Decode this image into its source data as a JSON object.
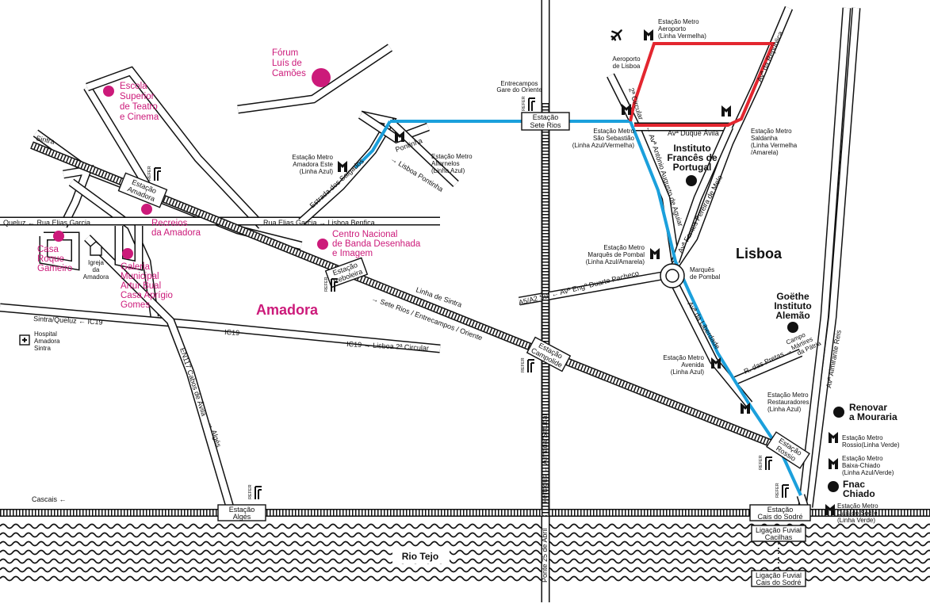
{
  "colors": {
    "poi_pink": "#cc1a7a",
    "metro_blue": "#1ba0dc",
    "metro_red": "#e3262f",
    "ink": "#111111"
  },
  "areas": {
    "amadora": "Amadora",
    "lisboa": "Lisboa"
  },
  "river": "Rio Tejo",
  "poi_pink": [
    {
      "lines": [
        "Escola",
        "Superior",
        "de Teatro",
        "e Cinema"
      ]
    },
    {
      "lines": [
        "Fórum",
        "Luís de",
        "Camões"
      ]
    },
    {
      "lines": [
        "Recreios",
        "da Amadora"
      ]
    },
    {
      "lines": [
        "Centro Nacional",
        "de Banda Desenhada",
        "e Imagem"
      ]
    },
    {
      "lines": [
        "Casa",
        "Roque",
        "Gameiro"
      ]
    },
    {
      "lines": [
        "Galeria",
        "Municipal",
        "Artur Bual",
        "Casa Aprígio",
        "Gomes"
      ]
    }
  ],
  "poi_black": [
    {
      "lines": [
        "Instituto",
        "Francês de",
        "Portugal"
      ]
    },
    {
      "lines": [
        "Goëthe",
        "Instituto",
        "Alemão"
      ]
    },
    {
      "lines": [
        "Renovar",
        "a Mouraria"
      ]
    },
    {
      "lines": [
        "Fnac",
        "Chiado"
      ]
    }
  ],
  "stations": {
    "amadora": [
      "Estação",
      "Amadora"
    ],
    "reboleira": [
      "Estação",
      "Reboleira"
    ],
    "campolide": [
      "Estação",
      "Campolide"
    ],
    "sete_rios": [
      "Estação",
      "Sete Rios"
    ],
    "rossio": [
      "Estação",
      "Rossio"
    ],
    "alges": [
      "Estação",
      "Algés"
    ],
    "cais_sodre": [
      "Estação",
      "Cais do Sodré"
    ]
  },
  "metro": [
    {
      "lines": [
        "Estação Metro",
        "Aeroporto",
        "(Linha Vermelha)"
      ]
    },
    {
      "lines": [
        "Aeroporto",
        "de Lisboa"
      ]
    },
    {
      "lines": [
        "Estação Metro",
        "São Sebastião",
        "(Linha Azul/Vermelha)"
      ]
    },
    {
      "lines": [
        "Estação Metro",
        "Saldanha",
        "(Linha Vermelha",
        "/Amarela)"
      ]
    },
    {
      "lines": [
        "Estação Metro",
        "Amadora Este",
        "(Linha Azul)"
      ]
    },
    {
      "lines": [
        "Estação Metro",
        "Alfornelos",
        "(Linha Azul)"
      ]
    },
    {
      "lines": [
        "Estação Metro",
        "Marquês de Pombal",
        "(Linha Azul/Amarela)"
      ]
    },
    {
      "lines": [
        "Marquês",
        "de Pombal"
      ]
    },
    {
      "lines": [
        "Estação Metro",
        "Avenida",
        "(Linha Azul)"
      ]
    },
    {
      "lines": [
        "Estação Metro",
        "Restauradores",
        "(Linha Azul)"
      ]
    },
    {
      "lines": [
        "Estação Metro",
        "Rossio(Linha Verde)"
      ]
    },
    {
      "lines": [
        "Estação Metro",
        "Baixa-Chiado",
        "(Linha Azul/Verde)"
      ]
    },
    {
      "lines": [
        "Estação Metro",
        "Cais do Sodré",
        "(Linha Verde)"
      ]
    }
  ],
  "roads": {
    "sintra": "Sintra",
    "queluz": "Queluz ← Rua Elias Garcia",
    "elias_benfica": "Rua Elias Garcia → Lisboa Benfica",
    "sintra_queluz_ic19": "Sintra/Queluz ← IC19",
    "ic19_mid": "IC19",
    "ic19_lisboa": "IC19 → Lisboa 2ª Circular",
    "estrada_salgados": "Estrada dos Salgados",
    "pontinha": "Pontinha",
    "lisboa_pontinha": "→ Lisboa Pontinha",
    "linha_sintra": "Linha de Sintra",
    "sete_rios_oriente": "→ Sete Rios / Entrecampos / Oriente",
    "en117": "EN117 Cabos de Ávila",
    "alges_arrow": "→ Algés",
    "cascais": "Cascais ←",
    "entrecampos": [
      "Entrecampos",
      "Gare do Oriente"
    ],
    "a5": "A5/A2 Sul ← Avª Engº Duarte Pacheco",
    "duque_avila": "Avª Duque Ávila",
    "antonio_augusto": "← Avª António Augusto de Aguiar",
    "fontes": "Avª Fontes Pereira de Melo",
    "segunda_circular": "2ª Circular",
    "republica": "Avª da República",
    "liberdade": "Avª da Liberdade",
    "pretas": "R. das Pretas →",
    "campo_martires": [
      "Campo",
      "Mártires",
      "da Pátria"
    ],
    "almirante_reis": "Avª Almirante Reis",
    "fertagus": "Fertagus ← Almada/Setúbal",
    "ponte": "Ponte 25 de Abril"
  },
  "hospital": [
    "Hospital",
    "Amadora",
    "Sintra"
  ],
  "church": [
    "Igreja",
    "da",
    "Amadora"
  ],
  "ferries": [
    [
      "Ligação Fuvial",
      "Cacilhas"
    ],
    [
      "Ligação Fuvial",
      "Cais do Sodré"
    ]
  ],
  "refer": "REFER"
}
